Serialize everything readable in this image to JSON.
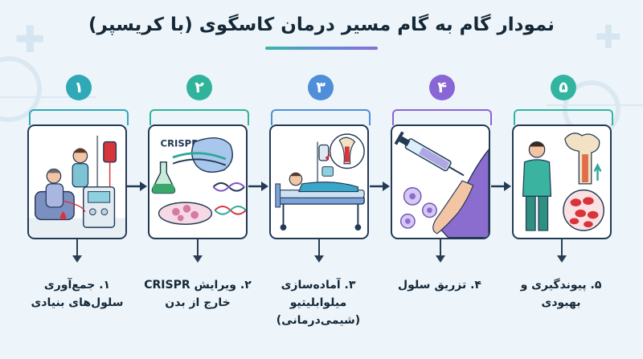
{
  "title": "نمودار گام به گام مسیر درمان کاسگوی (با کریسپر)",
  "colors": {
    "step1": "#2fa9b7",
    "step2": "#2fb39a",
    "step3": "#4f8ed8",
    "step4": "#8866d6",
    "step5": "#32b5a0",
    "card_border": "#233a55",
    "arrow": "#233a55"
  },
  "steps": [
    {
      "number": "۱",
      "label": "۱. جمع‌آوری سلول‌های بنیادی",
      "icon": "patient-blood-collection-icon"
    },
    {
      "number": "۲",
      "label": "۲. ویرایش CRISPR خارج از بدن",
      "card_text": "CRISPR",
      "icon": "crispr-gene-editing-icon"
    },
    {
      "number": "۳",
      "label": "۳. آماده‌سازی میلوابلیتیو (شیمی‌درمانی)",
      "icon": "hospital-bed-chemotherapy-icon"
    },
    {
      "number": "۴",
      "label": "۴. تزریق سلول",
      "icon": "syringe-injection-icon"
    },
    {
      "number": "۵",
      "label": "۵. پیوندگیری و بهبودی",
      "icon": "recovered-patient-bone-marrow-icon"
    }
  ]
}
